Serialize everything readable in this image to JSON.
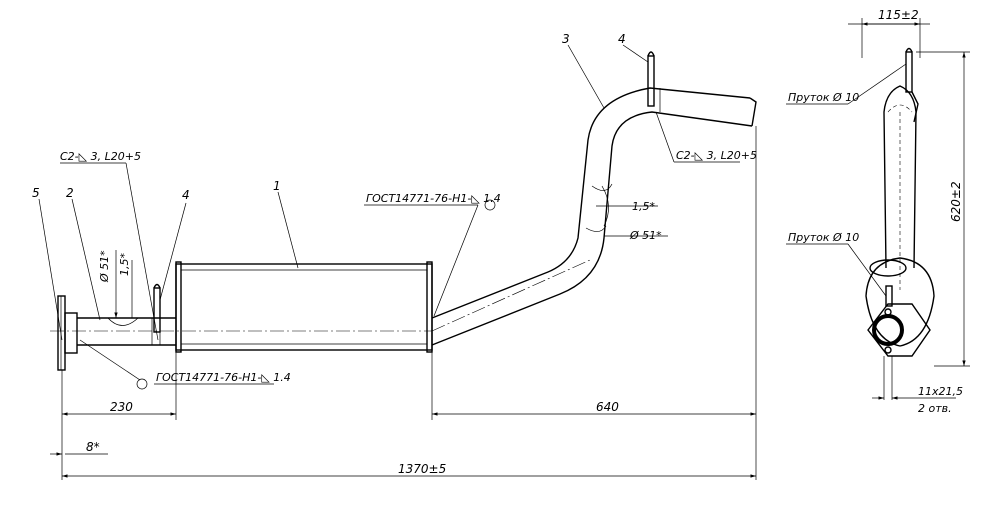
{
  "callouts": {
    "c1": "1",
    "c2": "2",
    "c3": "3",
    "c4a": "4",
    "c4b": "4",
    "c5": "5"
  },
  "annotations": {
    "weld_left": "C2-◺ 3, L20+5",
    "weld_right": "C2-◺ 3, L20+5",
    "gost_top": "ГОСТ14771-76-Н1-◺ 1.4",
    "gost_bottom": "ГОСТ14771-76-Н1-◺ 1.4",
    "angle_right": "1,5*",
    "dia_right": "Ø 51*",
    "dia_left": "Ø 51*",
    "angle_left": "1,5*",
    "rod_top": "Пруток Ø 10",
    "rod_bottom": "Пруток Ø 10",
    "holes_1": "11x21,5",
    "holes_2": "2 отв."
  },
  "dimensions": {
    "d230": "230",
    "d640": "640",
    "d8": "8*",
    "d1370": "1370±5",
    "d115": "115±2",
    "d620": "620±2"
  }
}
